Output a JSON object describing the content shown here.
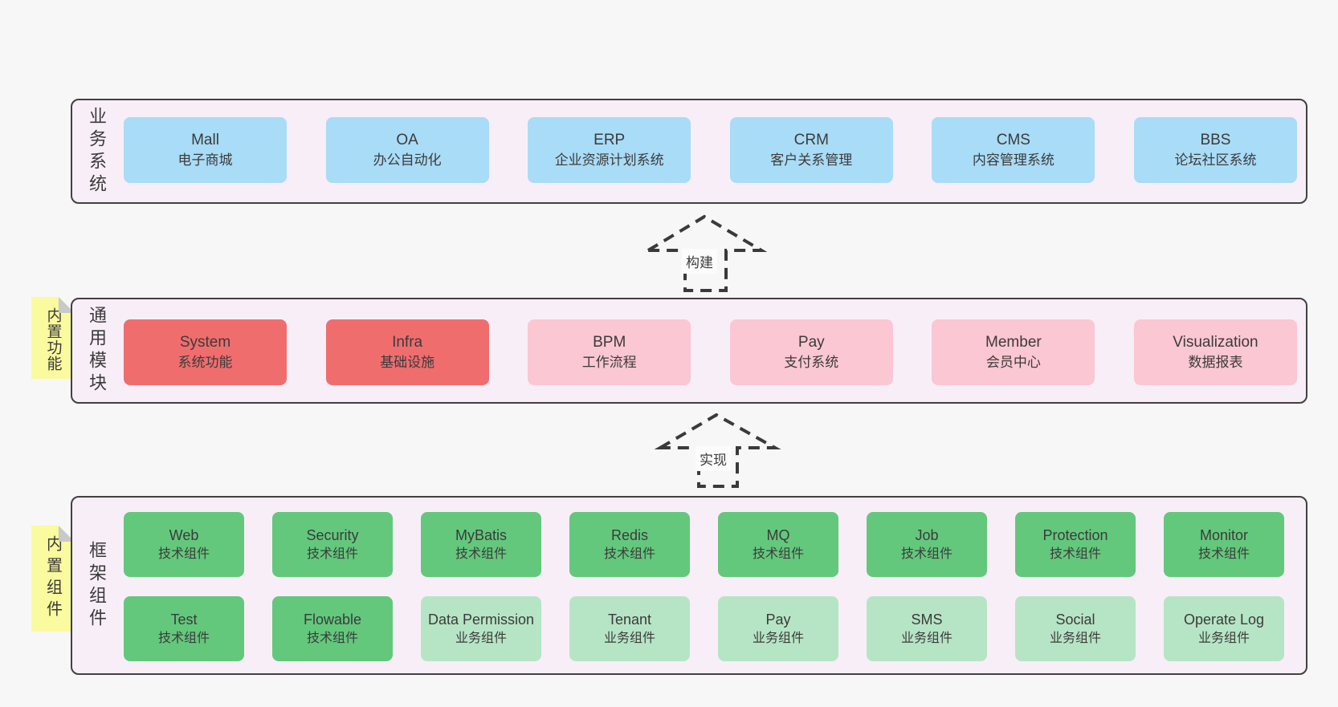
{
  "colors": {
    "page_bg": "#f7f7f7",
    "band_fill": "#f8eef8",
    "band_border": "#414141",
    "box_blue": "#a9dcf6",
    "box_red": "#f06d6e",
    "box_pink": "#fbc7d2",
    "box_green_dark": "#63c87c",
    "box_green_light": "#b6e5c5",
    "note_yellow": "#fafa9e",
    "note_fold": "#c9c9c9",
    "arrow": "#3a3a3a",
    "text": "#3b3b3b"
  },
  "bands": [
    {
      "id": "business-systems",
      "label": "业务系统",
      "boxes": [
        {
          "en": "Mall",
          "zh": "电子商城",
          "type": "blue"
        },
        {
          "en": "OA",
          "zh": "办公自动化",
          "type": "blue"
        },
        {
          "en": "ERP",
          "zh": "企业资源计划系统",
          "type": "blue"
        },
        {
          "en": "CRM",
          "zh": "客户关系管理",
          "type": "blue"
        },
        {
          "en": "CMS",
          "zh": "内容管理系统",
          "type": "blue"
        },
        {
          "en": "BBS",
          "zh": "论坛社区系统",
          "type": "blue"
        }
      ]
    },
    {
      "id": "common-modules",
      "label": "通用模块",
      "note": "内置功能",
      "boxes": [
        {
          "en": "System",
          "zh": "系统功能",
          "type": "red"
        },
        {
          "en": "Infra",
          "zh": "基础设施",
          "type": "red"
        },
        {
          "en": "BPM",
          "zh": "工作流程",
          "type": "pink"
        },
        {
          "en": "Pay",
          "zh": "支付系统",
          "type": "pink"
        },
        {
          "en": "Member",
          "zh": "会员中心",
          "type": "pink"
        },
        {
          "en": "Visualization",
          "zh": "数据报表",
          "type": "pink"
        }
      ]
    },
    {
      "id": "framework-components",
      "label": "框架组件",
      "note": "内置组件",
      "rows": [
        [
          {
            "en": "Web",
            "zh": "技术组件",
            "type": "green-dark"
          },
          {
            "en": "Security",
            "zh": "技术组件",
            "type": "green-dark"
          },
          {
            "en": "MyBatis",
            "zh": "技术组件",
            "type": "green-dark"
          },
          {
            "en": "Redis",
            "zh": "技术组件",
            "type": "green-dark"
          },
          {
            "en": "MQ",
            "zh": "技术组件",
            "type": "green-dark"
          },
          {
            "en": "Job",
            "zh": "技术组件",
            "type": "green-dark"
          },
          {
            "en": "Protection",
            "zh": "技术组件",
            "type": "green-dark"
          },
          {
            "en": "Monitor",
            "zh": "技术组件",
            "type": "green-dark"
          }
        ],
        [
          {
            "en": "Test",
            "zh": "技术组件",
            "type": "green-dark"
          },
          {
            "en": "Flowable",
            "zh": "技术组件",
            "type": "green-dark"
          },
          {
            "en": "Data Permission",
            "zh": "业务组件",
            "type": "green-light"
          },
          {
            "en": "Tenant",
            "zh": "业务组件",
            "type": "green-light"
          },
          {
            "en": "Pay",
            "zh": "业务组件",
            "type": "green-light"
          },
          {
            "en": "SMS",
            "zh": "业务组件",
            "type": "green-light"
          },
          {
            "en": "Social",
            "zh": "业务组件",
            "type": "green-light"
          },
          {
            "en": "Operate Log",
            "zh": "业务组件",
            "type": "green-light"
          }
        ]
      ]
    }
  ],
  "arrows": [
    {
      "label": "构建"
    },
    {
      "label": "实现"
    }
  ]
}
